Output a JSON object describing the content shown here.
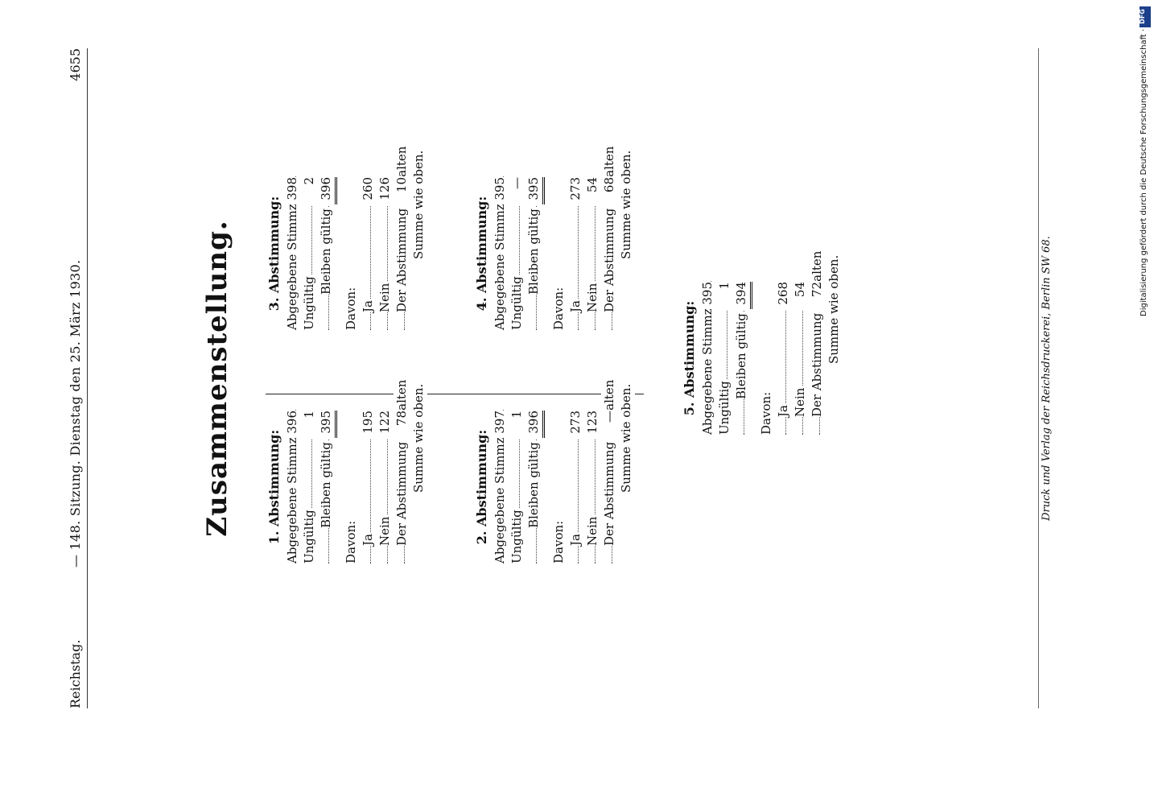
{
  "header": {
    "left": "Reichstag.",
    "center": "— 148. Sitzung. Dienstag den 25. März 1930.",
    "page_number": "4655"
  },
  "title": "Zusammenstellung.",
  "labels": {
    "abgegeben": "Abgegebene Stimmzettel",
    "unguelt": "Ungültig",
    "bleiben": "Bleiben gültig",
    "davon": "Davon:",
    "ja": "Ja",
    "nein": "Nein",
    "enthalten": "Der Abstimmung enthalten",
    "summe": "Summe wie oben."
  },
  "votes": [
    {
      "heading": "1. Abstimmung:",
      "abgegeben": "396",
      "unguelt": "1",
      "gueltig": "395",
      "ja": "195",
      "nein": "122",
      "enthalten": "78"
    },
    {
      "heading": "2. Abstimmung:",
      "abgegeben": "397",
      "unguelt": "1",
      "gueltig": "396",
      "ja": "273",
      "nein": "123",
      "enthalten": "—"
    },
    {
      "heading": "3. Abstimmung:",
      "abgegeben": "398",
      "unguelt": "2",
      "gueltig": "396",
      "ja": "260",
      "nein": "126",
      "enthalten": "10"
    },
    {
      "heading": "4. Abstimmung:",
      "abgegeben": "395",
      "unguelt": "—",
      "gueltig": "395",
      "ja": "273",
      "nein": "54",
      "enthalten": "68"
    },
    {
      "heading": "5. Abstimmung:",
      "abgegeben": "395",
      "unguelt": "1",
      "gueltig": "394",
      "ja": "268",
      "nein": "54",
      "enthalten": "72"
    }
  ],
  "footer": "Druck und Verlag der Reichsdruckerei, Berlin SW 68.",
  "sidebar": {
    "text": "Digitalisierung gefördert durch die Deutsche Forschungsgemeinschaft ·",
    "logo": "DFG"
  }
}
